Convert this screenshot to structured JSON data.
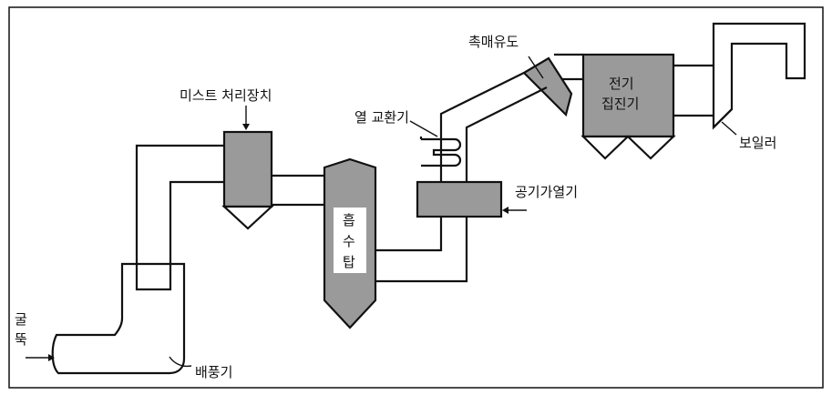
{
  "labels": {
    "mist_unit": "미스트 처리장치",
    "heat_exchanger": "열 교환기",
    "catalyst_tower": "촉매유도",
    "electrostatic_precipitator": [
      "전기",
      "집진기"
    ],
    "boiler": "보일러",
    "air_preheater": "공기가열기",
    "absorber": [
      "흡",
      "수",
      "탑"
    ],
    "chimney": [
      "굴",
      "뚝"
    ],
    "exhaust_fan": "배풍기"
  },
  "colors": {
    "equipment_fill": "#9a9a9a",
    "line": "#111111",
    "background": "#ffffff"
  }
}
